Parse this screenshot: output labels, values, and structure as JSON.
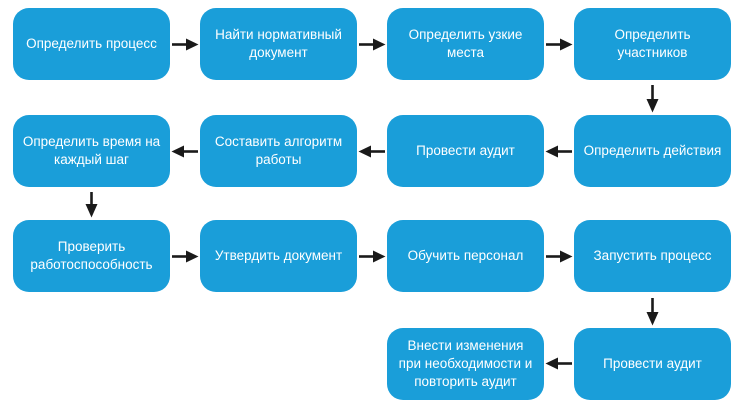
{
  "diagram": {
    "type": "flowchart",
    "language": "ru",
    "colors": {
      "node_fill": "#1A9ED9",
      "node_text": "#ffffff",
      "arrow": "#1a1a1a",
      "background": "#ffffff"
    },
    "nodes": [
      {
        "label": "Определить процесс"
      },
      {
        "label": "Найти нормативный документ"
      },
      {
        "label": "Определить узкие места"
      },
      {
        "label": "Определить участников"
      },
      {
        "label": "Определить действия"
      },
      {
        "label": "Провести аудит"
      },
      {
        "label": "Составить алгоритм работы"
      },
      {
        "label": "Определить время на каждый шаг"
      },
      {
        "label": "Проверить работоспособность"
      },
      {
        "label": "Утвердить документ"
      },
      {
        "label": "Обучить персонал"
      },
      {
        "label": "Запустить процесс"
      },
      {
        "label": "Провести аудит"
      },
      {
        "label": "Внести изменения при необходимости и повторить аудит"
      }
    ],
    "edges": [
      {
        "from": "Определить процесс",
        "to": "Найти нормативный документ",
        "direction": "right"
      },
      {
        "from": "Найти нормативный документ",
        "to": "Определить узкие места",
        "direction": "right"
      },
      {
        "from": "Определить узкие места",
        "to": "Определить участников",
        "direction": "right"
      },
      {
        "from": "Определить участников",
        "to": "Определить действия",
        "direction": "down"
      },
      {
        "from": "Определить действия",
        "to": "Провести аудит",
        "direction": "left"
      },
      {
        "from": "Провести аудит",
        "to": "Составить алгоритм работы",
        "direction": "left"
      },
      {
        "from": "Составить алгоритм работы",
        "to": "Определить время на каждый шаг",
        "direction": "left"
      },
      {
        "from": "Определить время на каждый шаг",
        "to": "Проверить работоспособность",
        "direction": "down"
      },
      {
        "from": "Проверить работоспособность",
        "to": "Утвердить документ",
        "direction": "right"
      },
      {
        "from": "Утвердить документ",
        "to": "Обучить персонал",
        "direction": "right"
      },
      {
        "from": "Обучить персонал",
        "to": "Запустить процесс",
        "direction": "right"
      },
      {
        "from": "Запустить процесс",
        "to": "Провести аудит",
        "direction": "down"
      },
      {
        "from": "Провести аудит",
        "to": "Внести изменения при необходимости и повторить аудит",
        "direction": "left"
      }
    ]
  }
}
